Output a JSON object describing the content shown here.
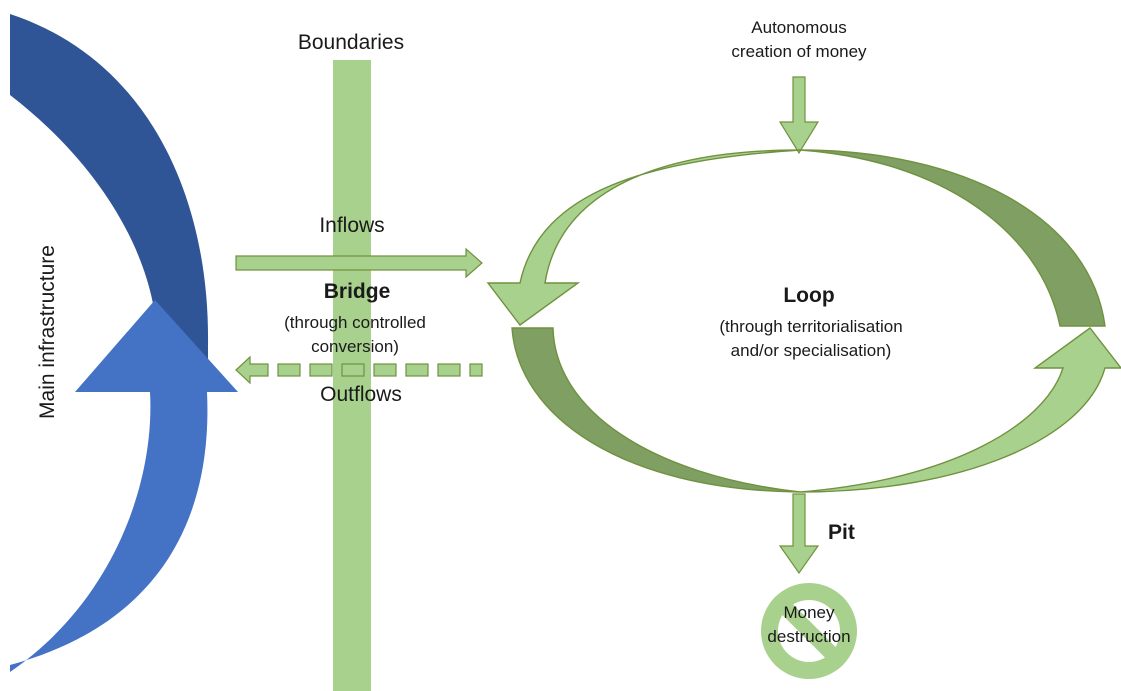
{
  "labels": {
    "main_infrastructure": "Main infrastructure",
    "boundaries": "Boundaries",
    "autonomous_line1": "Autonomous",
    "autonomous_line2": "creation of money",
    "inflows": "Inflows",
    "bridge_title": "Bridge",
    "bridge_line1": "(through controlled",
    "bridge_line2": "conversion)",
    "outflows": "Outflows",
    "loop_title": "Loop",
    "loop_line1": "(through territorialisation",
    "loop_line2": "and/or specialisation)",
    "pit": "Pit",
    "money_destruction_line1": "Money",
    "money_destruction_line2": "destruction"
  },
  "colors": {
    "main_dark_blue": "#2f5597",
    "main_light_blue": "#4472c4",
    "light_green": "#a9d18e",
    "dark_green": "#7f9f63",
    "outline_green": "#70923f"
  }
}
